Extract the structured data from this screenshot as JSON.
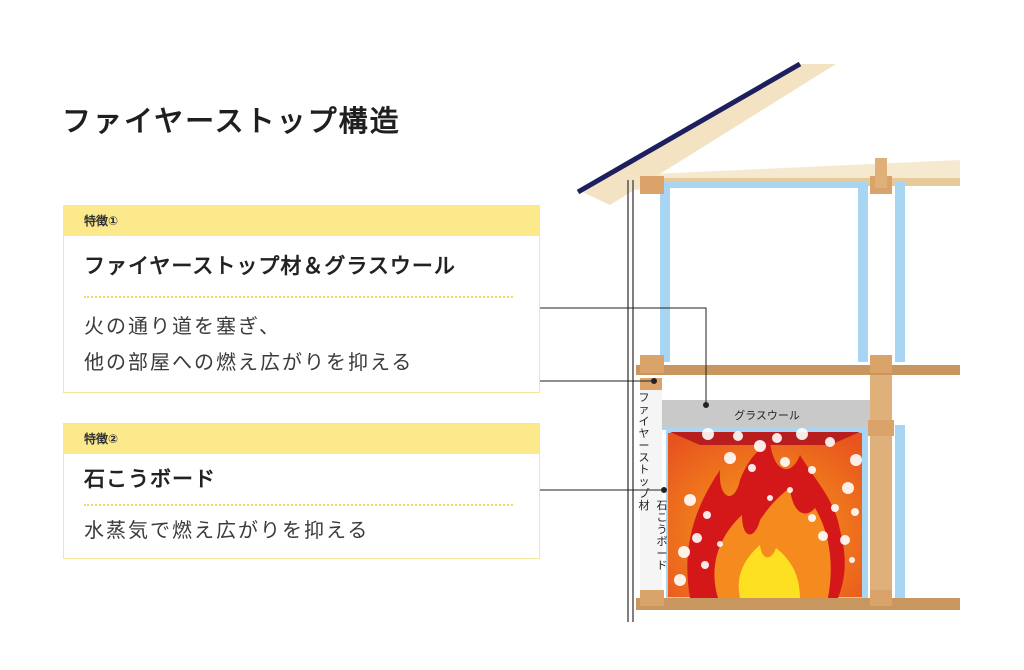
{
  "title": "ファイヤーストップ構造",
  "features": [
    {
      "tag": "特徴①",
      "heading": "ファイヤーストップ材＆グラスウール",
      "lines": [
        "火の通り道を塞ぎ、",
        "他の部屋への燃え広がりを抑える"
      ]
    },
    {
      "tag": "特徴②",
      "heading": "石こうボード",
      "lines": [
        "水蒸気で燃え広がりを抑える"
      ]
    }
  ],
  "diagram": {
    "glasswool_label": "グラスウール",
    "firestop_label": "ファイヤーストップ材",
    "gypsum_label": "石こうボード"
  },
  "colors": {
    "card_header": "#fbe98c",
    "wood": "#c8965f",
    "insulation": "#a8d6f2",
    "roof": "#1e1f5e",
    "fire_outer": "#e34a1a",
    "fire_inner": "#fdd21c"
  }
}
